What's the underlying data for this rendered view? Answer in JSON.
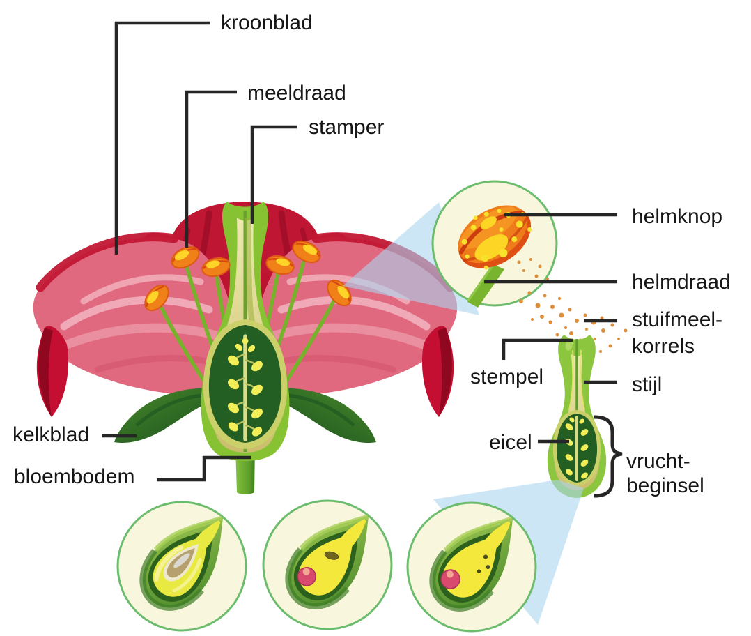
{
  "diagram": {
    "labels": {
      "kroonblad": "kroonblad",
      "meeldraad": "meeldraad",
      "stamper": "stamper",
      "helmknop": "helmknop",
      "helmdraad": "helmdraad",
      "stuifmeelkorrels_line1": "stuifmeel-",
      "stuifmeelkorrels_line2": "korrels",
      "stempel": "stempel",
      "stijl": "stijl",
      "eicel": "eicel",
      "vruchtbeginsel_line1": "vrucht-",
      "vruchtbeginsel_line2": "beginsel",
      "kelkblad": "kelkblad",
      "bloembodem": "bloembodem"
    },
    "colors": {
      "petal_red": "#c21835",
      "petal_dark_red": "#9d0d27",
      "petal_pink": "#e0697f",
      "anther_orange": "#f08018",
      "anther_yellow": "#ffd428",
      "filament_green": "#76b32b",
      "pistil_green": "#86c232",
      "pistil_inner": "#e8e5a7",
      "ovary_dark_green": "#235e22",
      "ovule_yellow": "#f2ee58",
      "sepal_green": "#2f7021",
      "detail_circle_fill": "#f8f6dc",
      "detail_circle_border": "#6cbc6d",
      "beam_blue": "#cfe9f6",
      "pollen_orange": "#dd8f3c",
      "egg_cell_pink": "#d84a6e",
      "leader_line": "#262626"
    }
  }
}
